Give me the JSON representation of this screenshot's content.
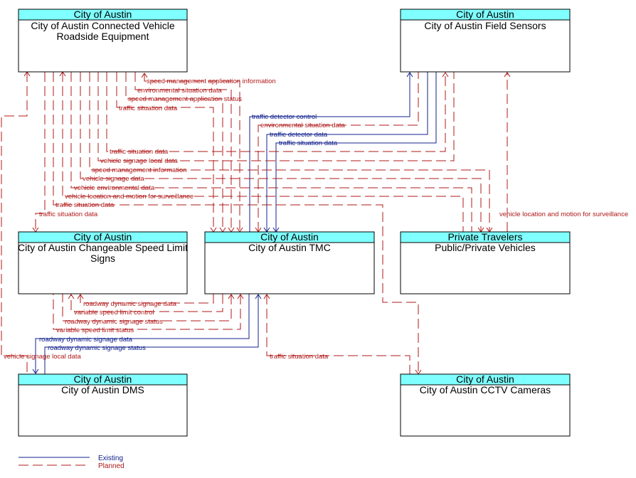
{
  "colors": {
    "header_fill": "#7fffff",
    "planned": "#b01818",
    "existing": "#10208c",
    "border": "#000000"
  },
  "entities": {
    "cv_rse": {
      "owner": "City of Austin",
      "name_lines": [
        "City of Austin Connected Vehicle",
        "Roadside Equipment"
      ]
    },
    "sensors": {
      "owner": "City of Austin",
      "name_lines": [
        "City of Austin Field Sensors"
      ]
    },
    "signs": {
      "owner": "City of Austin",
      "name_lines": [
        "City of Austin Changeable Speed Limit",
        "Signs"
      ]
    },
    "tmc": {
      "owner": "City of Austin",
      "name_lines": [
        "City of Austin TMC"
      ]
    },
    "vehicles": {
      "owner": "Private Travelers",
      "name_lines": [
        "Public/Private Vehicles"
      ]
    },
    "dms": {
      "owner": "City of Austin",
      "name_lines": [
        "City of Austin DMS"
      ]
    },
    "cctv": {
      "owner": "City of Austin",
      "name_lines": [
        "City of Austin CCTV Cameras"
      ]
    }
  },
  "flows": [
    {
      "label": "speed management application information",
      "status": "planned"
    },
    {
      "label": "environmental situation data",
      "status": "planned"
    },
    {
      "label": "speed management application status",
      "status": "planned"
    },
    {
      "label": "traffic situation data",
      "status": "planned"
    },
    {
      "label": "traffic detector control",
      "status": "existing"
    },
    {
      "label": "environmental situation data",
      "status": "planned"
    },
    {
      "label": "traffic detector data",
      "status": "existing"
    },
    {
      "label": "traffic situation data",
      "status": "existing"
    },
    {
      "label": "traffic situation data",
      "status": "planned"
    },
    {
      "label": "vehicle signage local data",
      "status": "planned"
    },
    {
      "label": "speed management information",
      "status": "planned"
    },
    {
      "label": "vehicle signage data",
      "status": "planned"
    },
    {
      "label": "vehicle environmental data",
      "status": "planned"
    },
    {
      "label": "vehicle location and motion for surveillance",
      "status": "planned"
    },
    {
      "label": "traffic situation data",
      "status": "planned"
    },
    {
      "label": "traffic situation data",
      "status": "planned"
    },
    {
      "label": "vehicle location and motion for surveillance",
      "status": "planned"
    },
    {
      "label": "roadway dynamic signage data",
      "status": "planned"
    },
    {
      "label": "variable speed limit control",
      "status": "planned"
    },
    {
      "label": "roadway dynamic signage status",
      "status": "planned"
    },
    {
      "label": "variable speed limit status",
      "status": "planned"
    },
    {
      "label": "roadway dynamic signage data",
      "status": "existing"
    },
    {
      "label": "roadway dynamic signage status",
      "status": "existing"
    },
    {
      "label": "vehicle signage local data",
      "status": "planned"
    },
    {
      "label": "traffic situation data",
      "status": "planned"
    }
  ],
  "legend": {
    "existing": "Existing",
    "planned": "Planned"
  }
}
